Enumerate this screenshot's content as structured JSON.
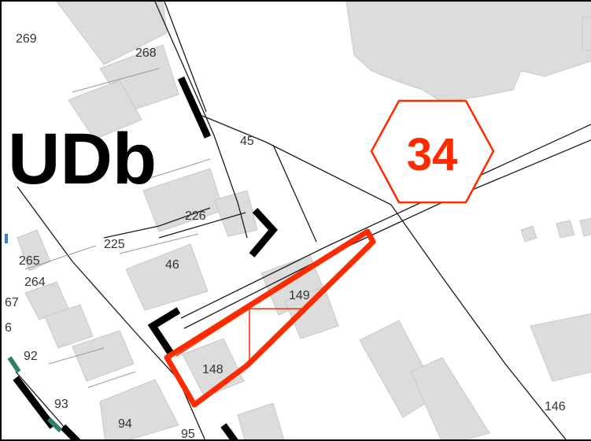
{
  "map": {
    "zone_label": "UDb",
    "badge": {
      "label": "34",
      "color": "#ff2a00"
    },
    "highlight_color": "#ff2a00",
    "building_fill": "#dcdcdc",
    "building_stroke": "#c8c8c8",
    "parcel_labels": {
      "p269": "269",
      "p268": "268",
      "p45": "45",
      "p226": "226",
      "p225": "225",
      "p265": "265",
      "p46": "46",
      "p264": "264",
      "p67": "67",
      "p6": "6",
      "p149": "149",
      "p92": "92",
      "p148": "148",
      "p93": "93",
      "p94": "94",
      "p95": "95",
      "p146": "146"
    }
  }
}
